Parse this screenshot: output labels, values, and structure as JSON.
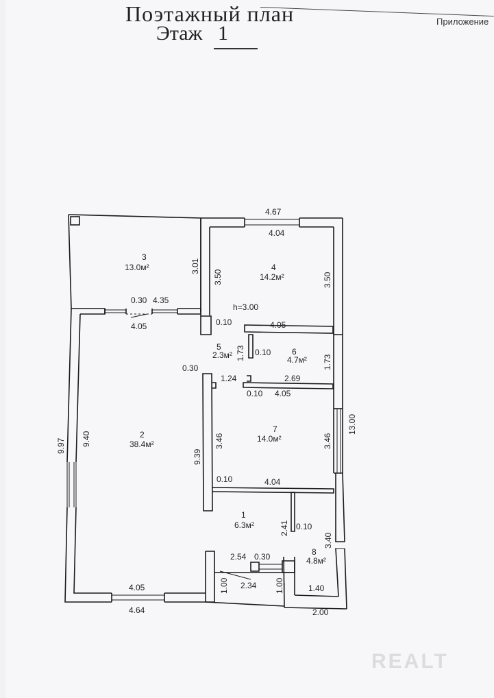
{
  "header": {
    "title": "Поэтажный план",
    "floor_label": "Этаж",
    "floor_number": "1",
    "appendix": "Приложение"
  },
  "rooms": [
    {
      "number": "1",
      "area": "6.3м²"
    },
    {
      "number": "2",
      "area": "38.4м²"
    },
    {
      "number": "3",
      "area": "13.0м²"
    },
    {
      "number": "4",
      "area": "14.2м²"
    },
    {
      "number": "5",
      "area": "2.3м²"
    },
    {
      "number": "6",
      "area": "4.7м²"
    },
    {
      "number": "7",
      "area": "14.0м²"
    },
    {
      "number": "8",
      "area": "4.8м²"
    }
  ],
  "ceiling_height": "h=3.00",
  "dimensions": {
    "top_outer": "4.67",
    "top_inner": "4.04",
    "room3_right": "3.01",
    "room4_left": "3.50",
    "room4_right": "3.50",
    "room3_opening_a": "0.30",
    "room3_opening_b": "4.35",
    "room2_top": "4.05",
    "partition_a": "0.10",
    "corridor_top": "4.05",
    "room5_height": "1.73",
    "room6_wall": "0.10",
    "right_173": "1.73",
    "wall_030": "0.30",
    "span_124": "1.24",
    "span_269": "2.69",
    "wall_010_mid": "0.10",
    "room7_top": "4.05",
    "outer_left": "9.97",
    "room2_left": "9.40",
    "partition_939": "9.39",
    "room7_left": "3.46",
    "room7_right": "3.46",
    "outer_right": "13.00",
    "wall_010_low": "0.10",
    "room7_bottom": "4.04",
    "room8_height": "2.41",
    "wall_010_r8": "0.10",
    "room8_side": "3.40",
    "entry_254": "2.54",
    "entry_030": "0.30",
    "entry_100a": "1.00",
    "entry_234": "2.34",
    "entry_100b": "1.00",
    "room8_bottom": "1.40",
    "bottom_inner": "4.05",
    "bottom_outer": "4.64",
    "bottom_right": "2.00"
  },
  "watermark": "REALT"
}
